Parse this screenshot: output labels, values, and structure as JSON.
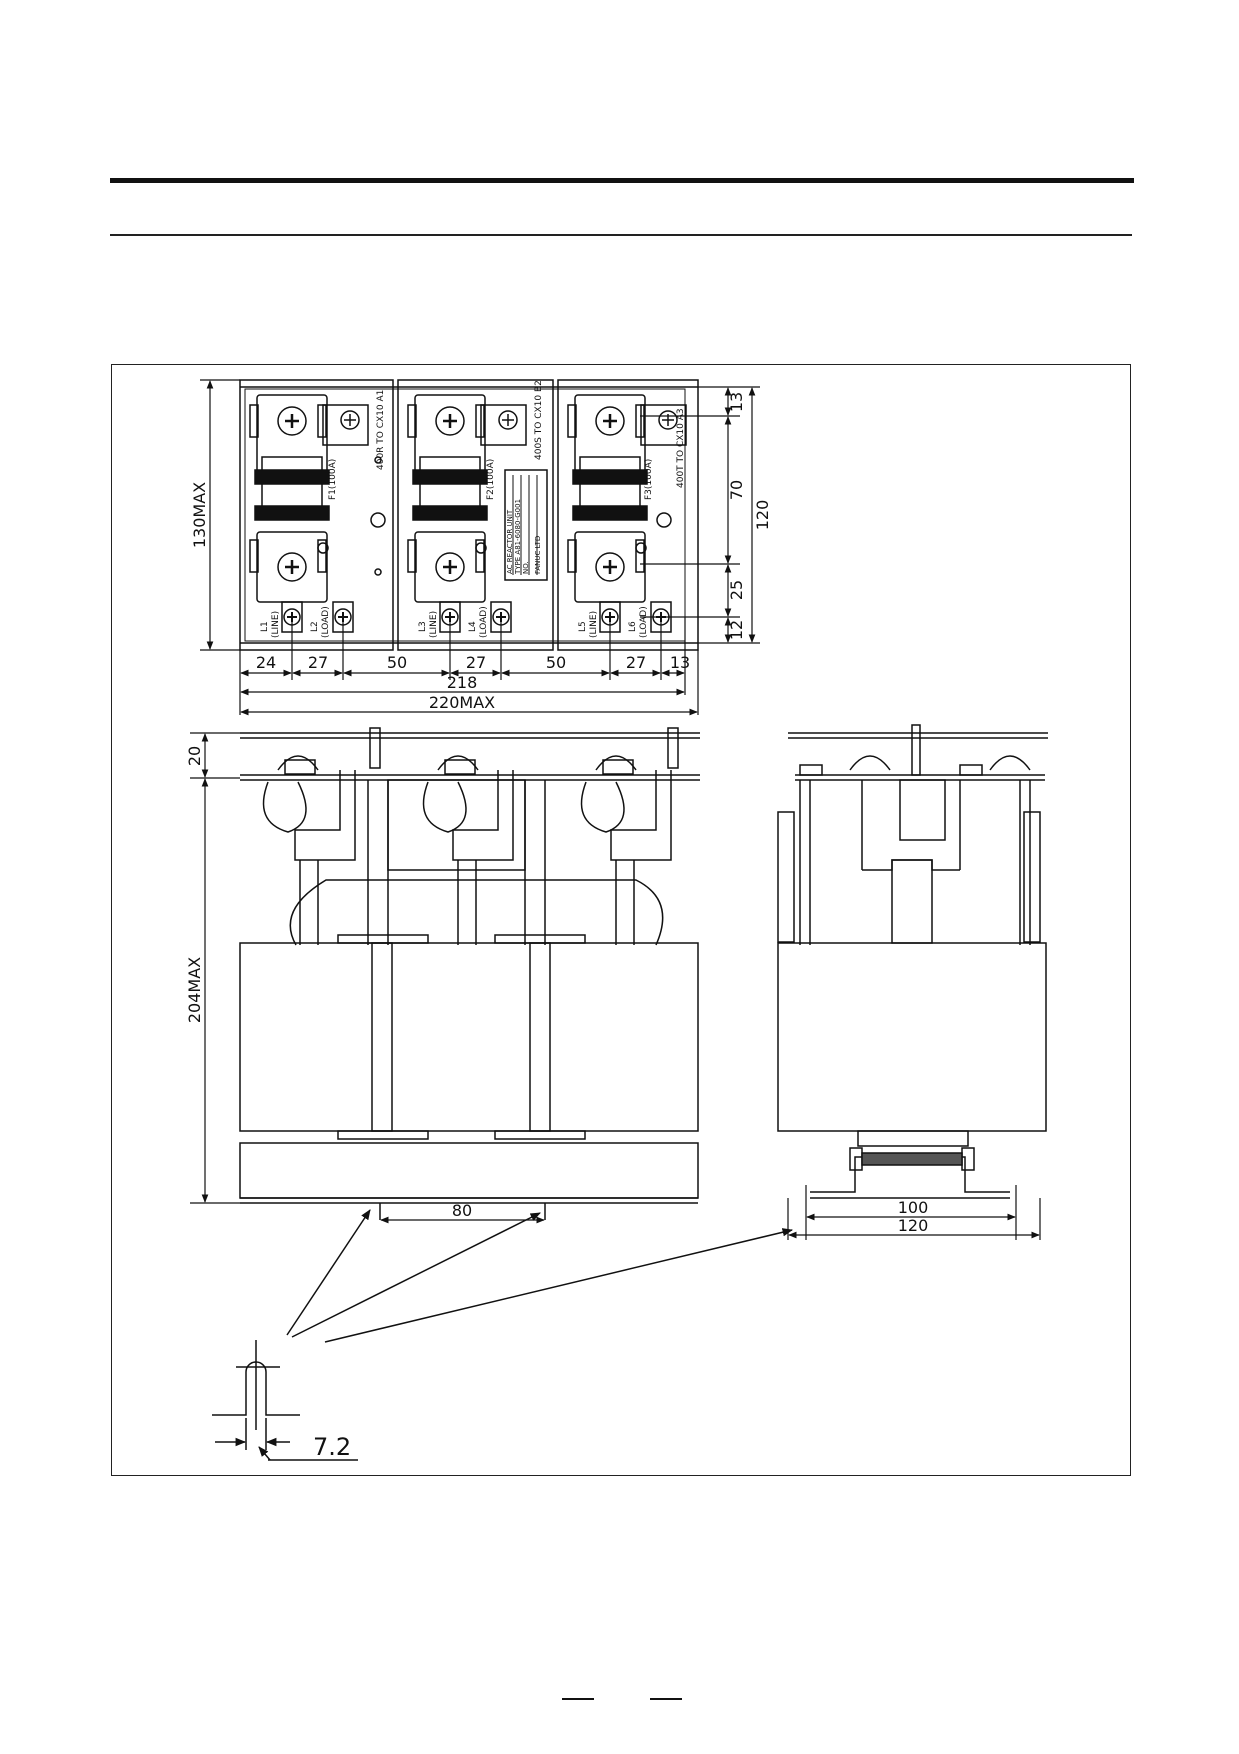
{
  "top_view": {
    "dims_bottom": [
      "24",
      "27",
      "50",
      "27",
      "50",
      "27",
      "13"
    ],
    "overall_width": "218",
    "overall_width_max": "220MAX",
    "dims_right": [
      "13",
      "70",
      "25",
      "12"
    ],
    "overall_depth": "120",
    "depth_max": "130MAX",
    "fuse_labels": [
      "F1(100A)",
      "F2(100A)",
      "F3(100A)"
    ],
    "terminal_labels": [
      [
        "L1",
        "(LINE)"
      ],
      [
        "L2",
        "(LOAD)"
      ],
      [
        "L3",
        "(LINE)"
      ],
      [
        "L4",
        "(LOAD)"
      ],
      [
        "L5",
        "(LINE)"
      ],
      [
        "L6",
        "(LOAD)"
      ]
    ],
    "fuse_pair_labels": [
      "400R TO CX10 A1",
      "400S TO CX10 B2",
      "400T TO CX10 A3"
    ],
    "nameplate_lines": [
      "AC REACTOR UNIT",
      "TYPE A81-6080-G001",
      "NO.",
      "FANUC LTD"
    ]
  },
  "front_view": {
    "top_offset": "20",
    "height_max": "204MAX",
    "mount_pitch": "80"
  },
  "side_view": {
    "mount_pitch": "100",
    "base_width": "120"
  },
  "slot_detail": {
    "slot_width": "7.2"
  }
}
